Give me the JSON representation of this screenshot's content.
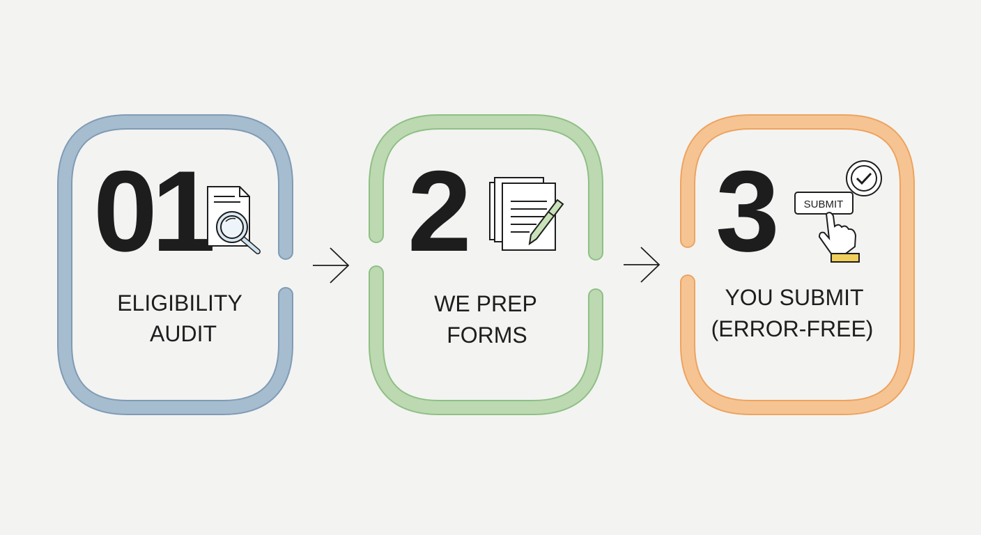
{
  "steps": [
    {
      "number": "01",
      "label_line1": "ELIGIBILITY",
      "label_line2": "AUDIT",
      "icon": "document-magnifier-icon",
      "color": "#a6bccf",
      "edge": "#7f9bb4"
    },
    {
      "number": "2",
      "label_line1": "WE PREP",
      "label_line2": "FORMS",
      "icon": "documents-pen-icon",
      "color": "#bcd9b2",
      "edge": "#8fbf84"
    },
    {
      "number": "3",
      "label_line1": "YOU SUBMIT",
      "label_line2": "(ERROR-FREE)",
      "icon": "submit-click-icon",
      "button_text": "SUBMIT",
      "color": "#f6c493",
      "edge": "#eda35e"
    }
  ]
}
